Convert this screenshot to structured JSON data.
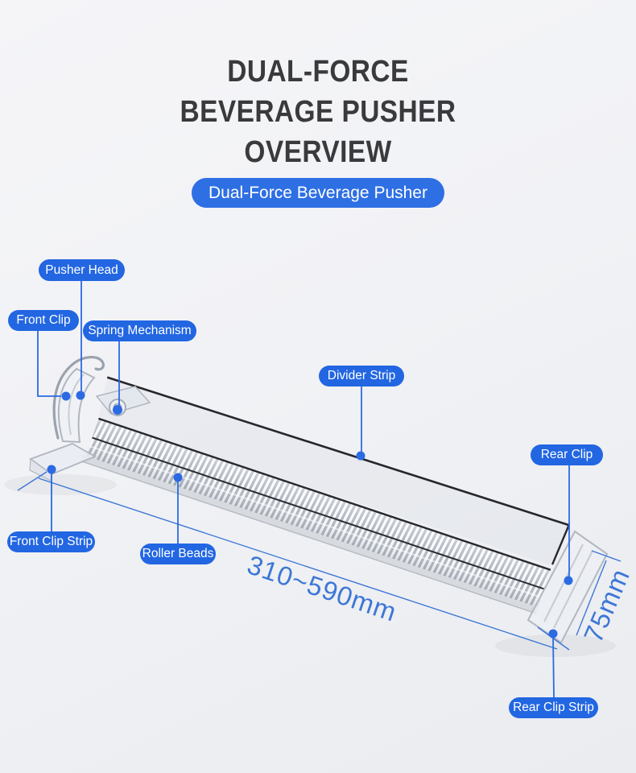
{
  "header": {
    "title_lines": [
      "DUAL-FORCE",
      "BEVERAGE PUSHER",
      "OVERVIEW"
    ],
    "badge_label": "Dual-Force Beverage Pusher"
  },
  "diagram": {
    "labels": [
      {
        "id": "pusher-head",
        "text": "Pusher Head"
      },
      {
        "id": "front-clip",
        "text": "Front Clip"
      },
      {
        "id": "spring-mechanism",
        "text": "Spring Mechanism"
      },
      {
        "id": "divider-strip",
        "text": "Divider Strip"
      },
      {
        "id": "rear-clip",
        "text": "Rear Clip"
      },
      {
        "id": "front-clip-strip",
        "text": "Front Clip Strip"
      },
      {
        "id": "roller-beads",
        "text": "Roller Beads"
      },
      {
        "id": "rear-clip-strip",
        "text": "Rear Clip Strip"
      }
    ],
    "dimensions": {
      "length": "310~590mm",
      "height": "75mm"
    },
    "colors": {
      "accent_blue": "#2266e2",
      "badge_blue": "#2e6fe4",
      "dimension_blue": "#3d77d6",
      "title_gray": "#3a3a3c",
      "background": "#f1f2f5"
    }
  }
}
